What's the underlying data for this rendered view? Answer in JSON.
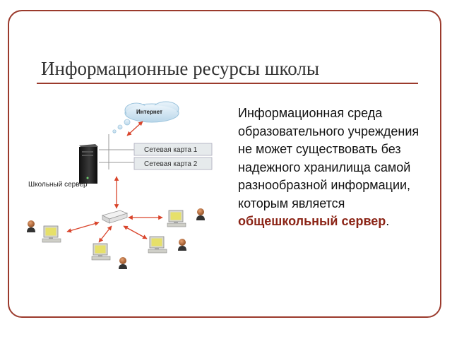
{
  "slide": {
    "title": "Информационные ресурсы школы",
    "body_text": "Информационная среда образовательного учреждения не может существовать без надежного хранилища самой разнообразной информации, которым является",
    "highlight": "общешкольный сервер",
    "trailing": "."
  },
  "diagram": {
    "cloud_label": "Интернет",
    "network_card_1": "Сетевая карта 1",
    "network_card_2": "Сетевая карта 2",
    "server_label": "Школьный сервер"
  },
  "colors": {
    "frame": "#9b3a2c",
    "highlight": "#8b2416",
    "arrow": "#d9442b",
    "card_fill": "#e6eaec"
  }
}
